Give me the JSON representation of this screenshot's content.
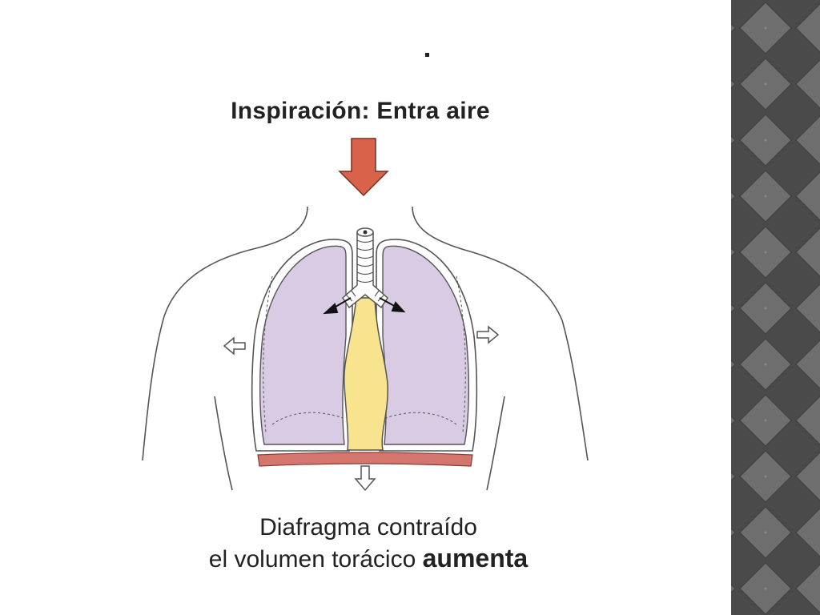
{
  "slide": {
    "mark": ".",
    "title": "Inspiración: Entra aire",
    "caption_line1": "Diafragma contraído",
    "caption_line2_prefix": "el volumen torácico ",
    "caption_line2_bold": "aumenta"
  },
  "colors": {
    "lung_fill": "#d8cbe3",
    "heart_fill": "#f8e48e",
    "diaphragm": "#d4756e",
    "arrow_main": "#d9634a",
    "sidebar_dark": "#4a4a4a",
    "sidebar_light": "#6e6e6e"
  },
  "icons": {
    "main_arrow": "arrow-down-icon",
    "expand_left": "arrow-left-outline-icon",
    "expand_right": "arrow-right-outline-icon",
    "expand_down": "arrow-down-outline-icon"
  }
}
